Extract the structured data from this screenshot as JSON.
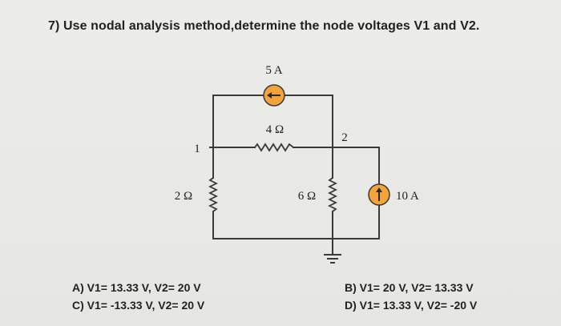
{
  "question": "7) Use nodal analysis method,determine the node voltages V1 and V2.",
  "circuit": {
    "top_source_label": "5 A",
    "right_source_label": "10 A",
    "series_resistor_label": "4 Ω",
    "left_resistor_label": "2 Ω",
    "middle_resistor_label": "6 Ω",
    "node1_label": "1",
    "node2_label": "2"
  },
  "answers": {
    "a": "A) V1= 13.33 V, V2= 20 V",
    "b": "B) V1= 20 V, V2= 13.33 V",
    "c": "C) V1= -13.33 V, V2= 20 V",
    "d": "D) V1= 13.33 V, V2= -20 V"
  },
  "colors": {
    "source_fill": "#f3a33a",
    "wire": "#3a3a3a"
  }
}
